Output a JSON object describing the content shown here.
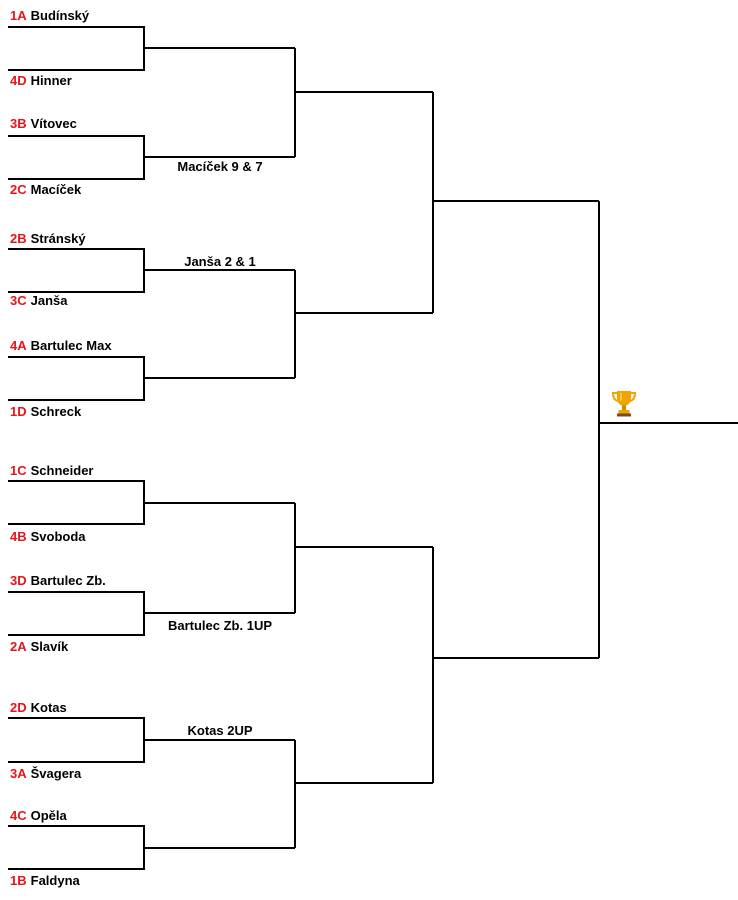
{
  "colors": {
    "seed": "#e8141b",
    "text": "#000000",
    "line": "#000000",
    "trophy": "#f0a400"
  },
  "entries": [
    {
      "seed": "1A",
      "name": "Budínský"
    },
    {
      "seed": "4D",
      "name": "Hinner"
    },
    {
      "seed": "3B",
      "name": "Vítovec"
    },
    {
      "seed": "2C",
      "name": "Macíček"
    },
    {
      "seed": "2B",
      "name": "Stránský"
    },
    {
      "seed": "3C",
      "name": "Janša"
    },
    {
      "seed": "4A",
      "name": "Bartulec Max"
    },
    {
      "seed": "1D",
      "name": "Schreck"
    },
    {
      "seed": "1C",
      "name": "Schneider"
    },
    {
      "seed": "4B",
      "name": "Svoboda"
    },
    {
      "seed": "3D",
      "name": "Bartulec Zb."
    },
    {
      "seed": "2A",
      "name": "Slavík"
    },
    {
      "seed": "2D",
      "name": "Kotas"
    },
    {
      "seed": "3A",
      "name": "Švagera"
    },
    {
      "seed": "4C",
      "name": "Opěla"
    },
    {
      "seed": "1B",
      "name": "Faldyna"
    }
  ],
  "results": [
    "Macíček 9 & 7",
    "Janša 2 & 1",
    "Bartulec Zb. 1UP",
    "Kotas 2UP"
  ],
  "trophy_icon": "trophy-icon"
}
